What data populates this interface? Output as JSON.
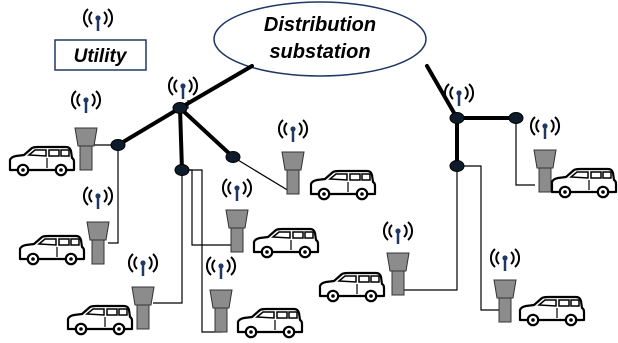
{
  "labels": {
    "utility": "Utility",
    "substation_line1": "Distribution",
    "substation_line2": "substation"
  },
  "colors": {
    "line": "#000000",
    "node": "#0d1b2a",
    "charger_fill": "#8c8c8c",
    "car_fill": "#ffffff",
    "substation_fill": "#ffffff",
    "substation_stroke": "#1f3864",
    "utility_box_stroke": "#1f3864"
  },
  "icons": {
    "antenna": "antenna-icon",
    "charger": "charging-station-icon",
    "car": "electric-vehicle-icon",
    "node": "bus-node"
  }
}
